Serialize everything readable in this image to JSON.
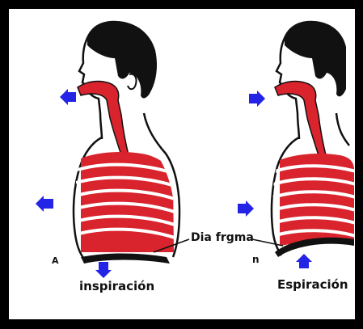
{
  "labels": {
    "fig_a_letter": "A",
    "fig_b_letter": "n",
    "inspiration": "inspiración",
    "expiration": "Espiración",
    "diaphragm": "Dia frgma"
  },
  "colors": {
    "outer_border": "#000000",
    "background": "#ffffff",
    "organ_red": "#d9232d",
    "hair_black": "#111111",
    "arrow_blue": "#2424e6",
    "outline": "#111111"
  },
  "icons": {
    "arrow": "arrow-icon"
  }
}
